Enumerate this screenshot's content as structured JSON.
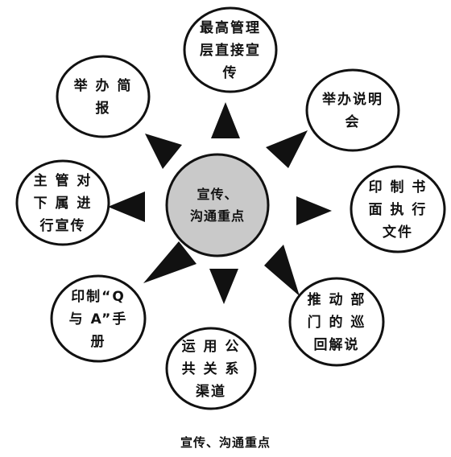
{
  "diagram": {
    "center": {
      "label": "宣传、\n沟通重点"
    },
    "nodes": [
      {
        "label": "最高管理\n层直接宣\n传"
      },
      {
        "label": "举办说明\n会"
      },
      {
        "label": "印 制 书\n面 执 行\n文件"
      },
      {
        "label": "推 动 部\n门 的 巡\n回解说"
      },
      {
        "label": "运 用 公\n共 关 系\n渠道"
      },
      {
        "label": "印制“Q\n与 A”手\n册"
      },
      {
        "label": "主 管 对\n下 属 进\n行宣传"
      },
      {
        "label": "举 办 简\n报"
      }
    ],
    "caption": "宣传、沟通重点"
  },
  "colors": {
    "center_fill": "#c9c9c9",
    "stroke": "#111111",
    "arrow": "#111111"
  }
}
